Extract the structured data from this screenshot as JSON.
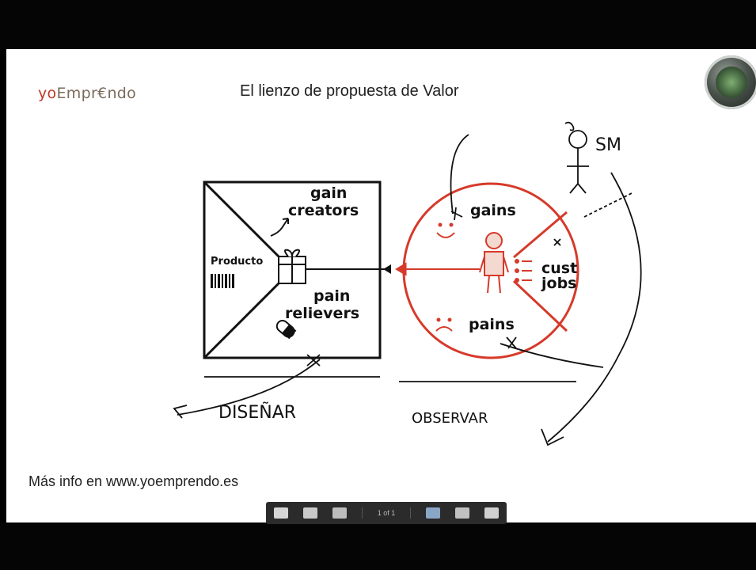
{
  "slide": {
    "logo": {
      "prefix": "yo",
      "rest": "Empr€ndo"
    },
    "title": "El lienzo de propuesta de Valor",
    "footer": "Más info en www.yoemprendo.es"
  },
  "diagram": {
    "left": {
      "gain_creators_line1": "gain",
      "gain_creators_line2": "creators",
      "producto": "Producto",
      "pain_relievers_line1": "pain",
      "pain_relievers_line2": "relievers",
      "bottom_label": "DISEÑAR"
    },
    "right": {
      "gains": "gains",
      "cust": "cust",
      "jobs": "jobs",
      "pains": "pains",
      "bottom_label": "OBSERVAR",
      "annotation": "SM"
    }
  },
  "toolbar": {
    "page_indicator": "1 of 1"
  },
  "colors": {
    "red": "#d63a2a",
    "ink": "#111111",
    "letterbox": "#050505"
  }
}
